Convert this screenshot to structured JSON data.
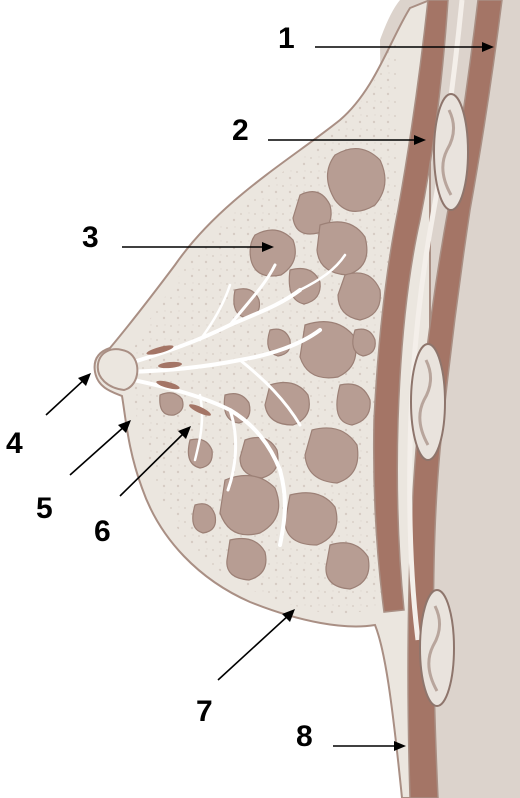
{
  "diagram": {
    "labels": [
      {
        "id": "1",
        "text": "1"
      },
      {
        "id": "2",
        "text": "2"
      },
      {
        "id": "3",
        "text": "3"
      },
      {
        "id": "4",
        "text": "4"
      },
      {
        "id": "5",
        "text": "5"
      },
      {
        "id": "6",
        "text": "6"
      },
      {
        "id": "7",
        "text": "7"
      },
      {
        "id": "8",
        "text": "8"
      }
    ],
    "colors": {
      "body_wall": "#dcd3cc",
      "skin_fill": "#ebe6df",
      "skin_outline": "#a98f84",
      "muscle": "#a47566",
      "gland_lobe": "#b79d93",
      "lobe_outline": "#9c8076",
      "duct": "#ffffff",
      "rib_fill": "#e9e3dd",
      "rib_outline": "#8e756c",
      "label_text": "#000000"
    }
  }
}
